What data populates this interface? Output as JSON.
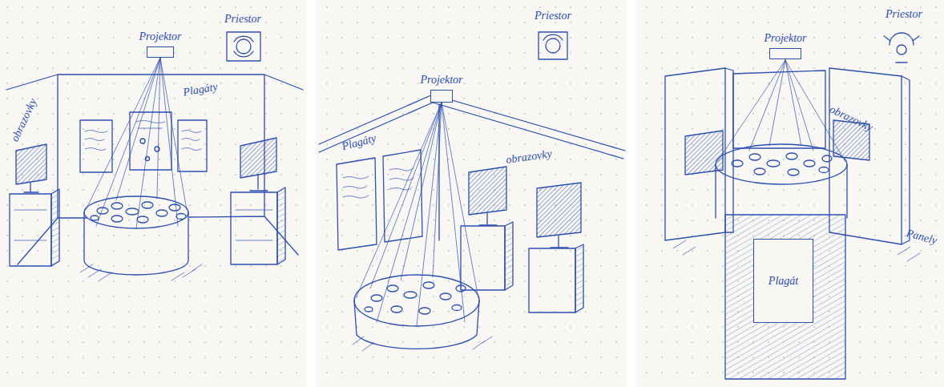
{
  "diagram": {
    "nodes": [
      {
        "text": [
          "Projektor"
        ]
      },
      {
        "text": [
          "Projektor"
        ]
      },
      {
        "text": [
          "Projektor"
        ]
      },
      {
        "text": [
          "Plagát"
        ]
      }
    ],
    "labels": [
      "Priestor",
      "Plagáty",
      "obrazovky",
      "Priestor",
      "Plagáty",
      "obrazovky",
      "Priestor",
      "obrazovky",
      "Panely"
    ]
  }
}
